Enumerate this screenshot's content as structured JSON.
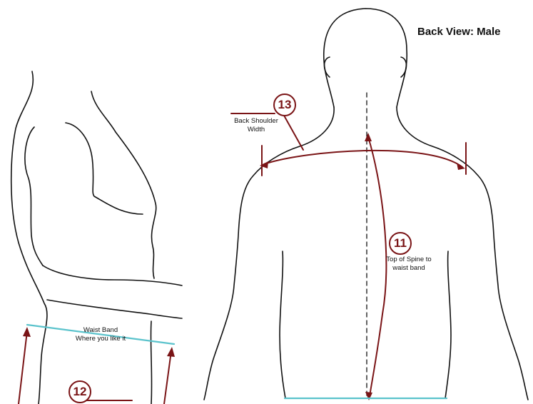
{
  "title": "Back View: Male",
  "measurements": [
    {
      "number": "13",
      "label_line1": "Back Shoulder",
      "label_line2": "Width"
    },
    {
      "number": "11",
      "label_line1": "Top of Spine to",
      "label_line2": "waist band"
    },
    {
      "number": "12"
    }
  ],
  "waist": {
    "label_line1": "Waist Band",
    "label_line2": "Where you like it"
  },
  "colors": {
    "measure_line": "#7a1416",
    "waist_line": "#5bc3cc",
    "body_outline": "#111111"
  }
}
